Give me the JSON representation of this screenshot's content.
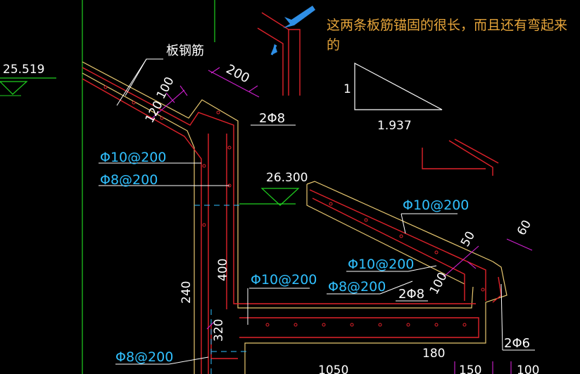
{
  "annotation": {
    "note": "这两条板筋锚固的很长，而且还有弯起来的",
    "color": "#e5a43a"
  },
  "labels": {
    "elev_left": "25.519",
    "elev_mid": "26.300",
    "slab_rebar": "板钢筋",
    "dim_200": "200",
    "dim_100": "100",
    "dim_120": "120",
    "dim_50": "50",
    "dim_60": "60",
    "dim_400": "400",
    "dim_240": "240",
    "dim_320": "320",
    "dim_180": "180",
    "dim_1050": "1050",
    "dim_150": "150",
    "dim_bottom_right": "100",
    "slope_rise": "1",
    "slope_run": "1.937",
    "rebar_2phi8_top": "2Φ8",
    "rebar_phi10_left": "Φ10@200",
    "rebar_phi8_left": "Φ8@200",
    "rebar_phi10_slope": "Φ10@200",
    "rebar_phi10_mid": "Φ10@200",
    "rebar_phi10_ledge": "Φ10@200",
    "rebar_phi8_mid": "Φ8@200",
    "rebar_2phi8_mid": "2Φ8",
    "rebar_2phi6": "2Φ6",
    "rebar_phi8_bottom": "Φ8@200"
  },
  "colors": {
    "background": "#000000",
    "rebar": "#e0222a",
    "concrete": "#e8c870",
    "dimension": "#d020d0",
    "text": "#ffffff",
    "rebar_text": "#30c0ff",
    "leader": "#ffffff",
    "axis": "#20d020",
    "arrow": "#2f8fe6",
    "cyan_line": "#30c0ff"
  },
  "icons": [
    "arrow-pointer-icon",
    "arrow-pointer-small-icon"
  ]
}
